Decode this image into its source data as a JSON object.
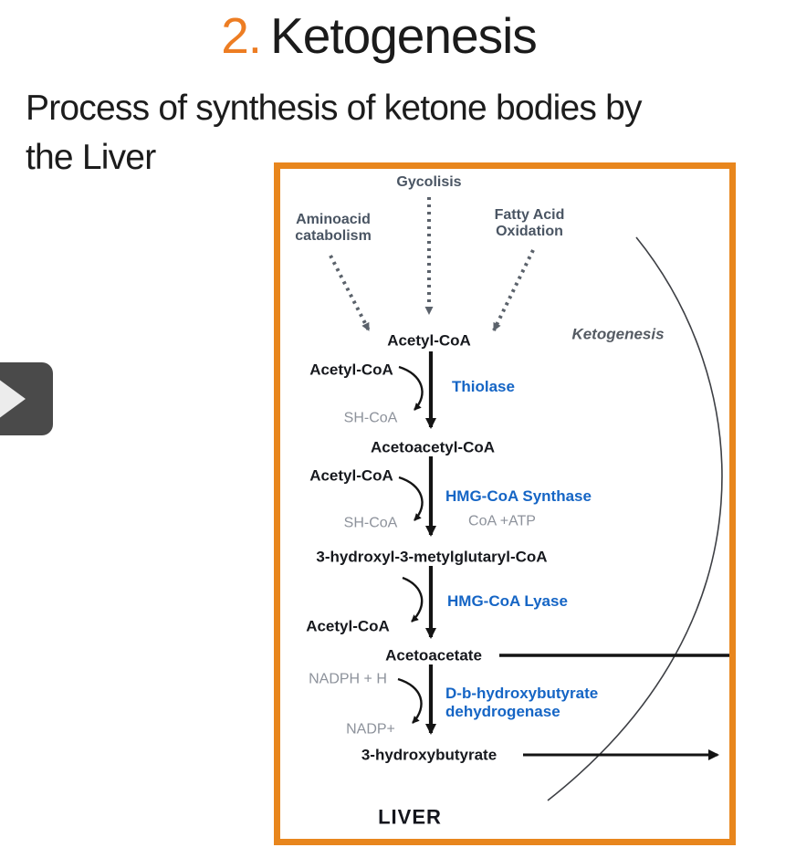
{
  "page": {
    "title_number": "2.",
    "title": "Ketogenesis",
    "subtitle_line1": "Process of synthesis of ketone bodies by",
    "subtitle_line2": "the Liver"
  },
  "nav": {
    "next_button_icon": "play-triangle-right"
  },
  "colors": {
    "title_accent_orange": "#ed7d23",
    "box_border_orange": "#e8861d",
    "enzyme_blue": "#1565c5",
    "cofactor_gray": "#8d929b",
    "source_label_slate": "#4a5563",
    "nav_button_gray": "#4a4a4a"
  },
  "diagram": {
    "pathway_label": "Ketogenesis",
    "region_label": "LIVER",
    "sources": {
      "glycolysis": "Gycolisis",
      "aminoacid": "Aminoacid\ncatabolism",
      "fatty_acid": "Fatty Acid\nOxidation"
    },
    "metabolites": {
      "acetyl_coa": "Acetyl-CoA",
      "acetoacetyl_coa": "Acetoacetyl-CoA",
      "hmg_coa": "3-hydroxyl-3-metylglutaryl-CoA",
      "acetoacetate": "Acetoacetate",
      "hydroxybutyrate": "3-hydroxybutyrate"
    },
    "side_species": {
      "acetyl_coa_in_1": "Acetyl-CoA",
      "sh_coa_1": "SH-CoA",
      "acetyl_coa_in_2": "Acetyl-CoA",
      "sh_coa_2": "SH-CoA",
      "coa_atp": "CoA +ATP",
      "acetyl_coa_out": "Acetyl-CoA",
      "nadph": "NADPH + H",
      "nadp": "NADP+"
    },
    "enzymes": {
      "thiolase": "Thiolase",
      "hmg_synthase": "HMG-CoA Synthase",
      "hmg_lyase": "HMG-CoA Lyase",
      "bhb_dehydrogenase": "D-b-hydroxybutyrate\ndehydrogenase"
    }
  }
}
